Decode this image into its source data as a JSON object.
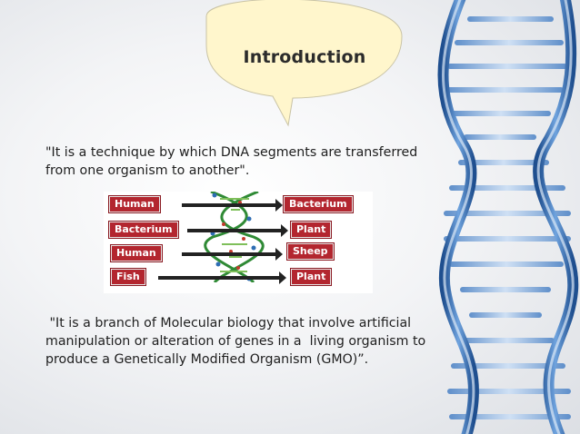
{
  "slide": {
    "title": "Introduction",
    "paragraph1": "\"It is a technique by which DNA segments are transferred from one organism to another\".",
    "paragraph2_line1": " \"It is a branch of Molecular biology that involve artificial",
    "paragraph2_line2": "manipulation or alteration of genes in a  living organism to",
    "paragraph2_line3": "produce a Genetically Modified Organism (GMO)”."
  },
  "figure": {
    "rows": [
      {
        "source": "Human",
        "target": "Bacterium"
      },
      {
        "source": "Bacterium",
        "target": "Plant"
      },
      {
        "source": "Human",
        "target": "Sheep"
      },
      {
        "source": "Fish",
        "target": "Plant"
      }
    ]
  },
  "colors": {
    "tag_red": "#b3262f",
    "dna_blue": "#3a74b8"
  }
}
